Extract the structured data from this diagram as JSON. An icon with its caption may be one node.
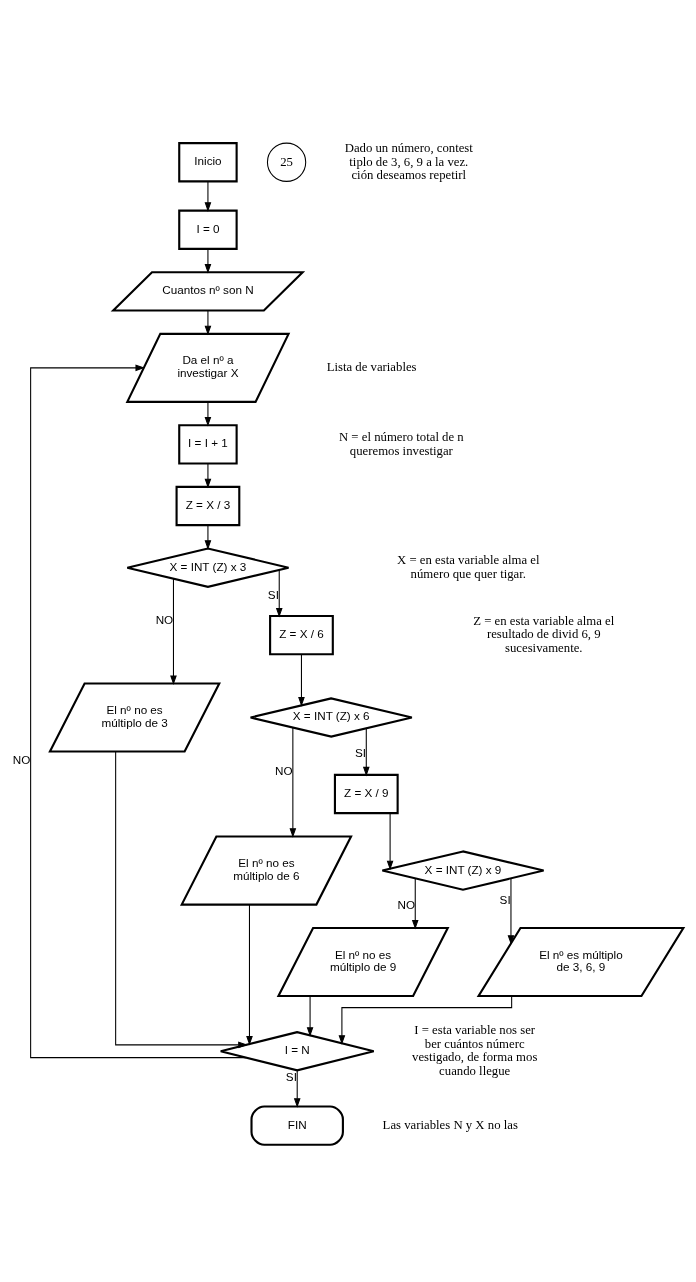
{
  "diagram": {
    "nodes": [
      {
        "text": [
          "Inicio"
        ]
      },
      {
        "text": [
          "I = 0"
        ]
      },
      {
        "text": [
          "Cuantos nº son N"
        ]
      },
      {
        "text": [
          "Da el nº a investigar X"
        ]
      },
      {
        "text": [
          "I = I + 1"
        ]
      },
      {
        "text": [
          "Z = X / 3"
        ]
      },
      {
        "text": [
          "X = INT (Z) x 3"
        ]
      },
      {
        "text": [
          "El nº no es múltiplo de 3"
        ]
      },
      {
        "text": [
          "Z = X / 6"
        ]
      },
      {
        "text": [
          "X = INT (Z) x 6"
        ]
      },
      {
        "text": [
          "El nº no es múltiplo de 6"
        ]
      },
      {
        "text": [
          "Z = X / 9"
        ]
      },
      {
        "text": [
          "X = INT (Z) x 9"
        ]
      },
      {
        "text": [
          "El nº no es múltiplo de 9"
        ]
      },
      {
        "text": [
          "El nº es múltiplo de 3, 6, 9"
        ]
      },
      {
        "text": [
          "I = N"
        ]
      },
      {
        "text": [
          "FIN"
        ]
      }
    ],
    "edges": [
      {
        "from": 0,
        "to": 1,
        "arrow": "to"
      },
      {
        "from": 1,
        "to": 2,
        "arrow": "to"
      },
      {
        "from": 2,
        "to": 3,
        "arrow": "to"
      },
      {
        "from": 3,
        "to": 4,
        "arrow": "to"
      },
      {
        "from": 4,
        "to": 5,
        "arrow": "to"
      },
      {
        "from": 5,
        "to": 6,
        "arrow": "to"
      },
      {
        "from": 6,
        "to": 7,
        "label": "NO",
        "arrow": "to"
      },
      {
        "from": 6,
        "to": 8,
        "label": "SI",
        "arrow": "to"
      },
      {
        "from": 8,
        "to": 9,
        "arrow": "to"
      },
      {
        "from": 9,
        "to": 10,
        "label": "NO",
        "arrow": "to"
      },
      {
        "from": 9,
        "to": 11,
        "label": "SI",
        "arrow": "to"
      },
      {
        "from": 11,
        "to": 12,
        "arrow": "to"
      },
      {
        "from": 12,
        "to": 13,
        "label": "NO",
        "arrow": "to"
      },
      {
        "from": 12,
        "to": 14,
        "label": "SI",
        "arrow": "to"
      },
      {
        "from": 7,
        "to": 15,
        "arrow": "to"
      },
      {
        "from": 10,
        "to": 15,
        "arrow": "to"
      },
      {
        "from": 13,
        "to": 15,
        "arrow": "to"
      },
      {
        "from": 14,
        "to": 15,
        "arrow": "to"
      },
      {
        "from": 15,
        "to": 3,
        "label": "NO",
        "arrow": "to"
      },
      {
        "from": 15,
        "to": 16,
        "label": "SI",
        "arrow": "to"
      }
    ],
    "labels": [
      "25",
      "Dado un número, contest tiplo de 3, 6, 9 a la vez. ción deseamos repetirl",
      "Lista de variables",
      "N = el número total de n queremos investigar",
      "X = en esta variable alma el número que quer tigar.",
      "Z = en esta variable alma el resultado de divid 6, 9 sucesivamente.",
      "I = esta variable nos ser ber cuántos númerc vestigado, de forma mos cuando llegue",
      "Las variables N y X no las"
    ]
  }
}
